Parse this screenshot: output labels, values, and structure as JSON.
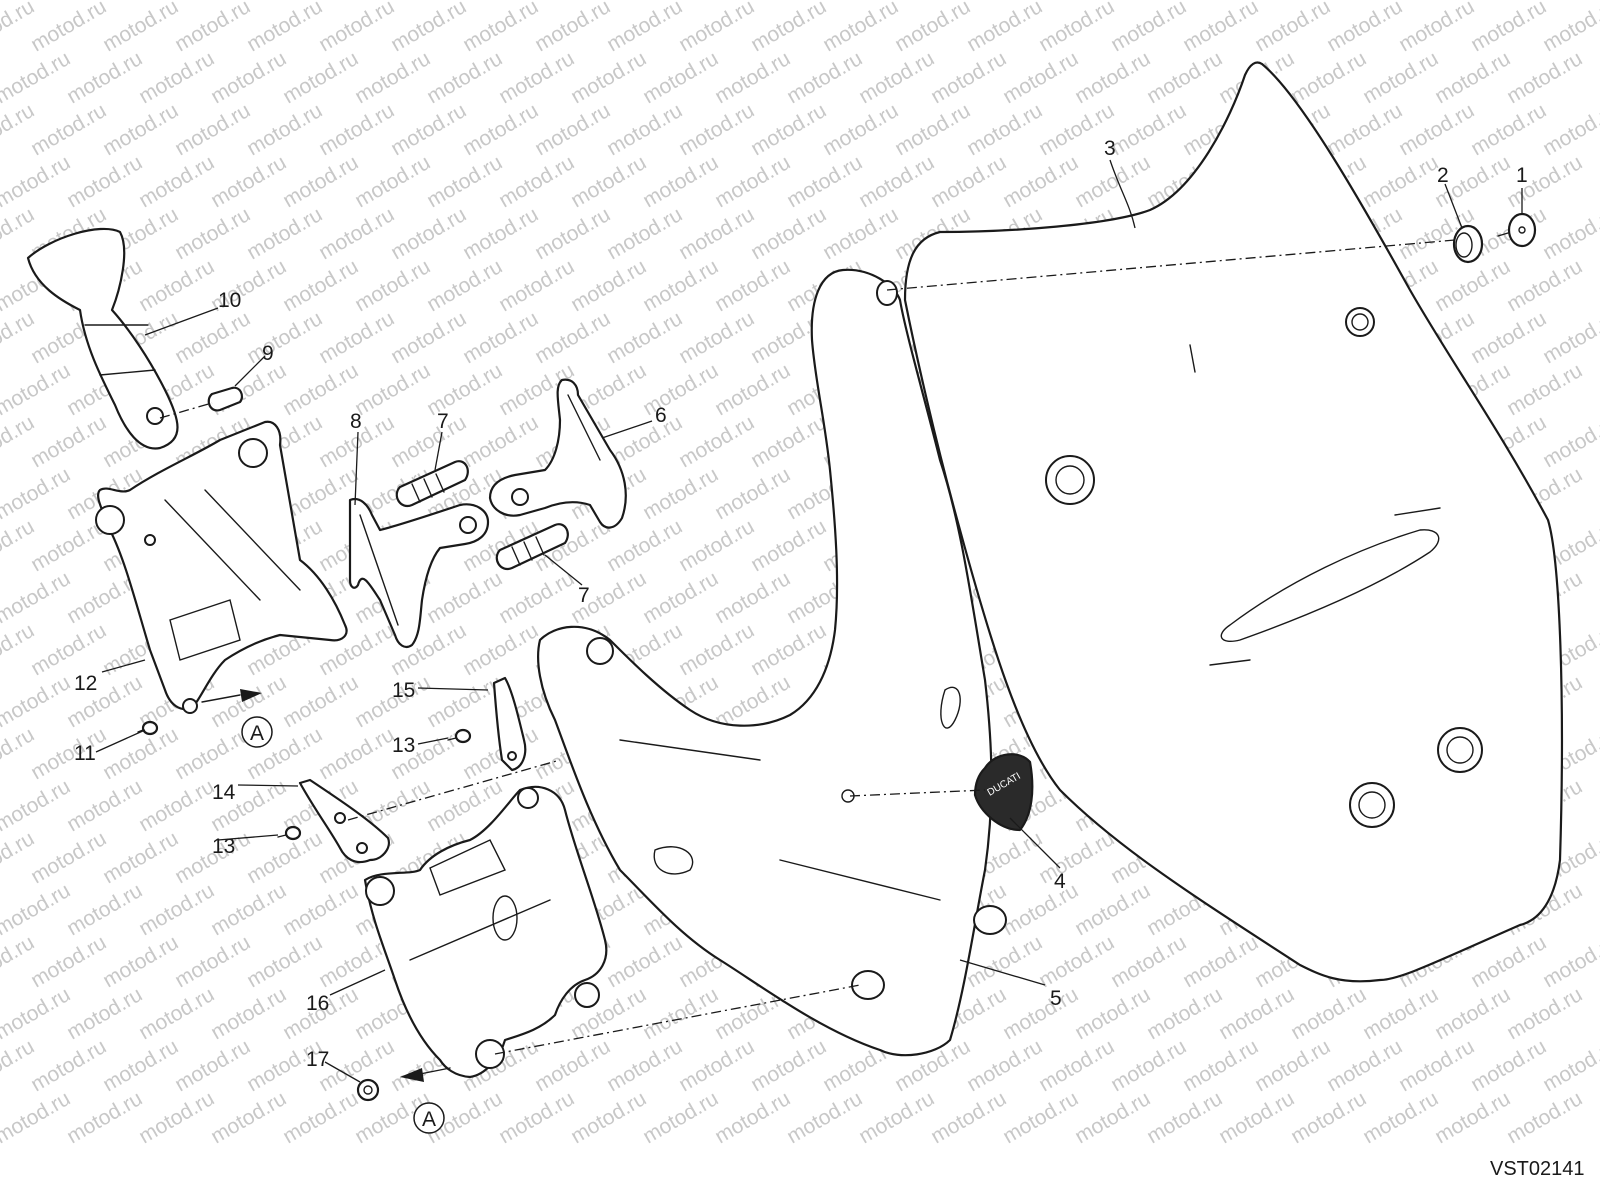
{
  "watermark": "motod.ru",
  "drawing_code": "VST02141",
  "view_marker": "A",
  "callouts": [
    {
      "id": "1",
      "label": "1"
    },
    {
      "id": "2",
      "label": "2"
    },
    {
      "id": "3",
      "label": "3"
    },
    {
      "id": "4",
      "label": "4"
    },
    {
      "id": "5",
      "label": "5"
    },
    {
      "id": "6",
      "label": "6"
    },
    {
      "id": "7a",
      "label": "7"
    },
    {
      "id": "7b",
      "label": "7"
    },
    {
      "id": "8",
      "label": "8"
    },
    {
      "id": "9",
      "label": "9"
    },
    {
      "id": "10",
      "label": "10"
    },
    {
      "id": "11",
      "label": "11"
    },
    {
      "id": "12",
      "label": "12"
    },
    {
      "id": "13a",
      "label": "13"
    },
    {
      "id": "13b",
      "label": "13"
    },
    {
      "id": "14",
      "label": "14"
    },
    {
      "id": "15",
      "label": "15"
    },
    {
      "id": "16",
      "label": "16"
    },
    {
      "id": "17",
      "label": "17"
    }
  ],
  "colors": {
    "line": "#1a1a1a",
    "watermark": "#c8c8c8",
    "background": "#ffffff"
  }
}
